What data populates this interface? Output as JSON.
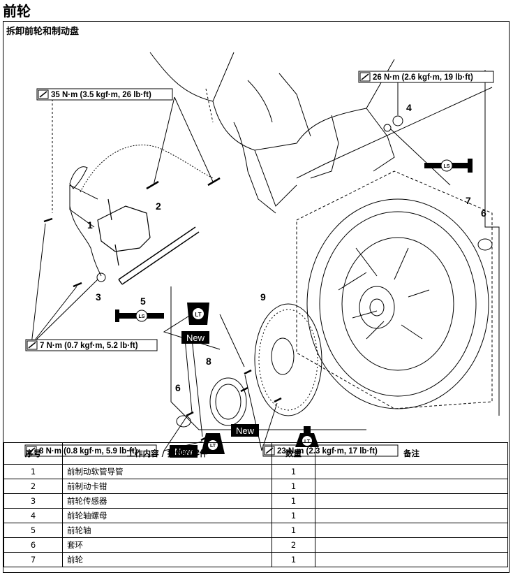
{
  "page_title": "前轮",
  "section_title": "拆卸前轮和制动盘",
  "torques": {
    "t35": "35 N·m (3.5 kgf·m, 26 lb·ft)",
    "t26": "26 N·m (2.6 kgf·m, 19 lb·ft)",
    "t7": "7 N·m (0.7 kgf·m, 5.2 lb·ft)",
    "t8": "8 N·m (0.8 kgf·m, 5.9 lb·ft)",
    "t23": "23 N·m (2.3 kgf·m, 17 lb·ft)"
  },
  "badges": {
    "new": "New",
    "lt": "LT",
    "ls": "LS"
  },
  "callouts": [
    "1",
    "2",
    "3",
    "4",
    "5",
    "6",
    "7",
    "8",
    "9"
  ],
  "table": {
    "headers": [
      "序号",
      "工作内容 / 拆卸的零件",
      "数量",
      "备注"
    ],
    "rows": [
      {
        "no": "1",
        "name": "前制动软管导管",
        "qty": "1",
        "note": ""
      },
      {
        "no": "2",
        "name": "前制动卡钳",
        "qty": "1",
        "note": ""
      },
      {
        "no": "3",
        "name": "前轮传感器",
        "qty": "1",
        "note": ""
      },
      {
        "no": "4",
        "name": "前轮轴螺母",
        "qty": "1",
        "note": ""
      },
      {
        "no": "5",
        "name": "前轮轴",
        "qty": "1",
        "note": ""
      },
      {
        "no": "6",
        "name": "套环",
        "qty": "2",
        "note": ""
      },
      {
        "no": "7",
        "name": "前轮",
        "qty": "1",
        "note": ""
      }
    ]
  }
}
